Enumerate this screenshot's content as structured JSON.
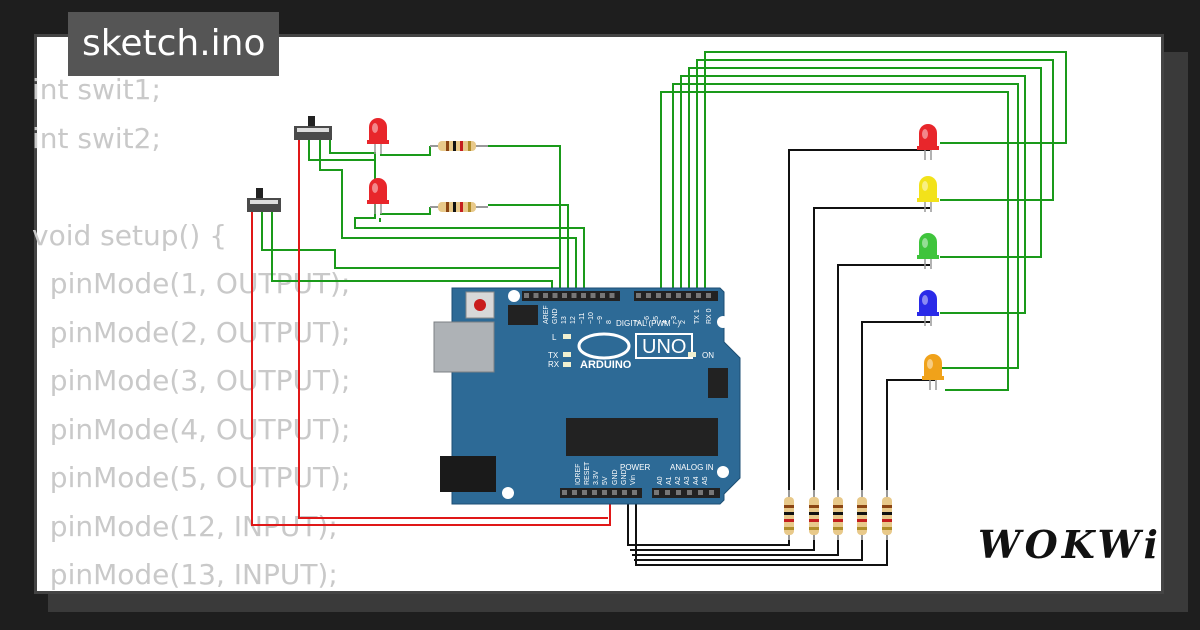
{
  "file_tab": {
    "title": "sketch.ino"
  },
  "code_lines": [
    "int swit1;",
    "int swit2;",
    "",
    "void setup() {",
    "  pinMode(1, OUTPUT);",
    "  pinMode(2, OUTPUT);",
    "  pinMode(3, OUTPUT);",
    "  pinMode(4, OUTPUT);",
    "  pinMode(5, OUTPUT);",
    "  pinMode(12, INPUT);",
    "  pinMode(13, INPUT);"
  ],
  "board": {
    "model": "UNO",
    "brand": "ARDUINO",
    "digital_label": "DIGITAL (PWM ~)",
    "power_label": "POWER",
    "analog_label": "ANALOG IN",
    "on_label": "ON",
    "l_label": "L",
    "tx_label": "TX",
    "rx_label": "RX",
    "top_pin_labels": [
      "AREF",
      "GND",
      "13",
      "12",
      "~11",
      "~10",
      "~9",
      "8",
      "7",
      "~6",
      "~5",
      "4",
      "~3",
      "2",
      "TX 1",
      "RX 0"
    ],
    "bottom_pin_labels": [
      "IOREF",
      "RESET",
      "3.3V",
      "5V",
      "GND",
      "GND",
      "Vin",
      "A0",
      "A1",
      "A2",
      "A3",
      "A4",
      "A5"
    ]
  },
  "leds": [
    {
      "name": "red",
      "color": "#e8262b"
    },
    {
      "name": "red",
      "color": "#e8262b"
    },
    {
      "name": "red",
      "color": "#e8262b"
    },
    {
      "name": "yellow",
      "color": "#f2e21a"
    },
    {
      "name": "green",
      "color": "#3fc43c"
    },
    {
      "name": "blue",
      "color": "#2a2ae8"
    },
    {
      "name": "orange",
      "color": "#f0a21a"
    }
  ],
  "colors": {
    "wire_green": "#1a9a1a",
    "wire_red": "#e01818",
    "wire_black": "#111111",
    "board_blue": "#2d6a96"
  },
  "watermark": {
    "text": "WOKWi"
  }
}
